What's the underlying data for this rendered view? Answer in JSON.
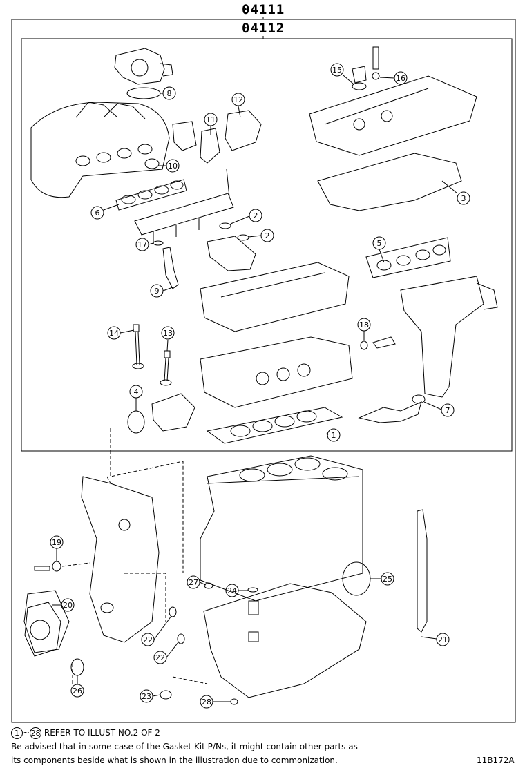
{
  "header": {
    "outer_kit": "04111",
    "inner_kit": "04112"
  },
  "callouts": [
    {
      "id": "c8",
      "num": "8"
    },
    {
      "id": "c15",
      "num": "15"
    },
    {
      "id": "c16",
      "num": "16"
    },
    {
      "id": "c12",
      "num": "12"
    },
    {
      "id": "c11",
      "num": "11"
    },
    {
      "id": "c10",
      "num": "10"
    },
    {
      "id": "c3",
      "num": "3"
    },
    {
      "id": "c6",
      "num": "6"
    },
    {
      "id": "c2a",
      "num": "2"
    },
    {
      "id": "c2b",
      "num": "2"
    },
    {
      "id": "c17",
      "num": "17"
    },
    {
      "id": "c5",
      "num": "5"
    },
    {
      "id": "c9",
      "num": "9"
    },
    {
      "id": "c14",
      "num": "14"
    },
    {
      "id": "c13",
      "num": "13"
    },
    {
      "id": "c18",
      "num": "18"
    },
    {
      "id": "c4",
      "num": "4"
    },
    {
      "id": "c7",
      "num": "7"
    },
    {
      "id": "c1",
      "num": "1"
    },
    {
      "id": "c19",
      "num": "19"
    },
    {
      "id": "c27",
      "num": "27"
    },
    {
      "id": "c24",
      "num": "24"
    },
    {
      "id": "c25",
      "num": "25"
    },
    {
      "id": "c20",
      "num": "20"
    },
    {
      "id": "c22a",
      "num": "22"
    },
    {
      "id": "c22b",
      "num": "22"
    },
    {
      "id": "c21",
      "num": "21"
    },
    {
      "id": "c26",
      "num": "26"
    },
    {
      "id": "c23",
      "num": "23"
    },
    {
      "id": "c28",
      "num": "28"
    }
  ],
  "footer": {
    "ref_start": "1",
    "ref_tilde": "~",
    "ref_end": "28",
    "ref_text": "REFER TO ILLUST NO.2 OF 2",
    "note_line1": "Be advised that in some case of the Gasket Kit P/Ns,  it might contain other parts as",
    "note_line2": "its components beside what is shown in the illustration due to commonization.",
    "illust_code": "11B172A"
  }
}
